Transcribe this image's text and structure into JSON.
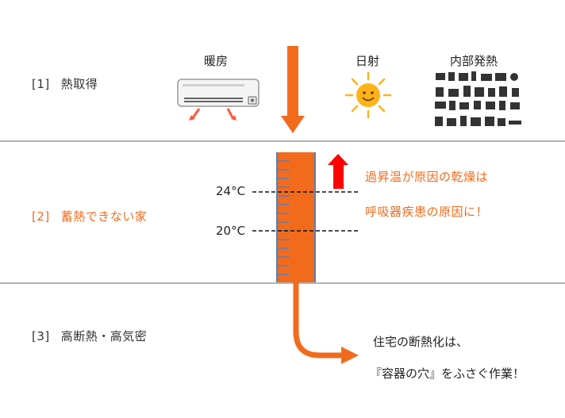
{
  "colors": {
    "accent": "#f26b1d",
    "warning_arrow": "#ff0000",
    "divider": "#9a9a9a",
    "tank_outline": "#5b7fb8",
    "sun": "#ffb21a",
    "icon_dark": "#333333"
  },
  "sections": [
    {
      "num": "[1]",
      "label": "熱取得"
    },
    {
      "num": "[2]",
      "label": "蓄熱できない家"
    },
    {
      "num": "[3]",
      "label": "高断熱・高気密"
    }
  ],
  "sources": {
    "heating": {
      "label": "暖房",
      "icon": "air-conditioner-icon"
    },
    "solar": {
      "label": "日射",
      "icon": "sun-icon"
    },
    "internal": {
      "label": "内部発熱",
      "icon": "appliances-icon"
    }
  },
  "tank": {
    "temp_high": "24°C",
    "temp_low": "20°C"
  },
  "warning": {
    "line1": "過昇温が原因の乾燥は",
    "line2": "呼吸器疾患の原因に！"
  },
  "conclusion": {
    "line1": "住宅の断熱化は、",
    "line2": "『容器の穴』をふさぐ作業！"
  }
}
